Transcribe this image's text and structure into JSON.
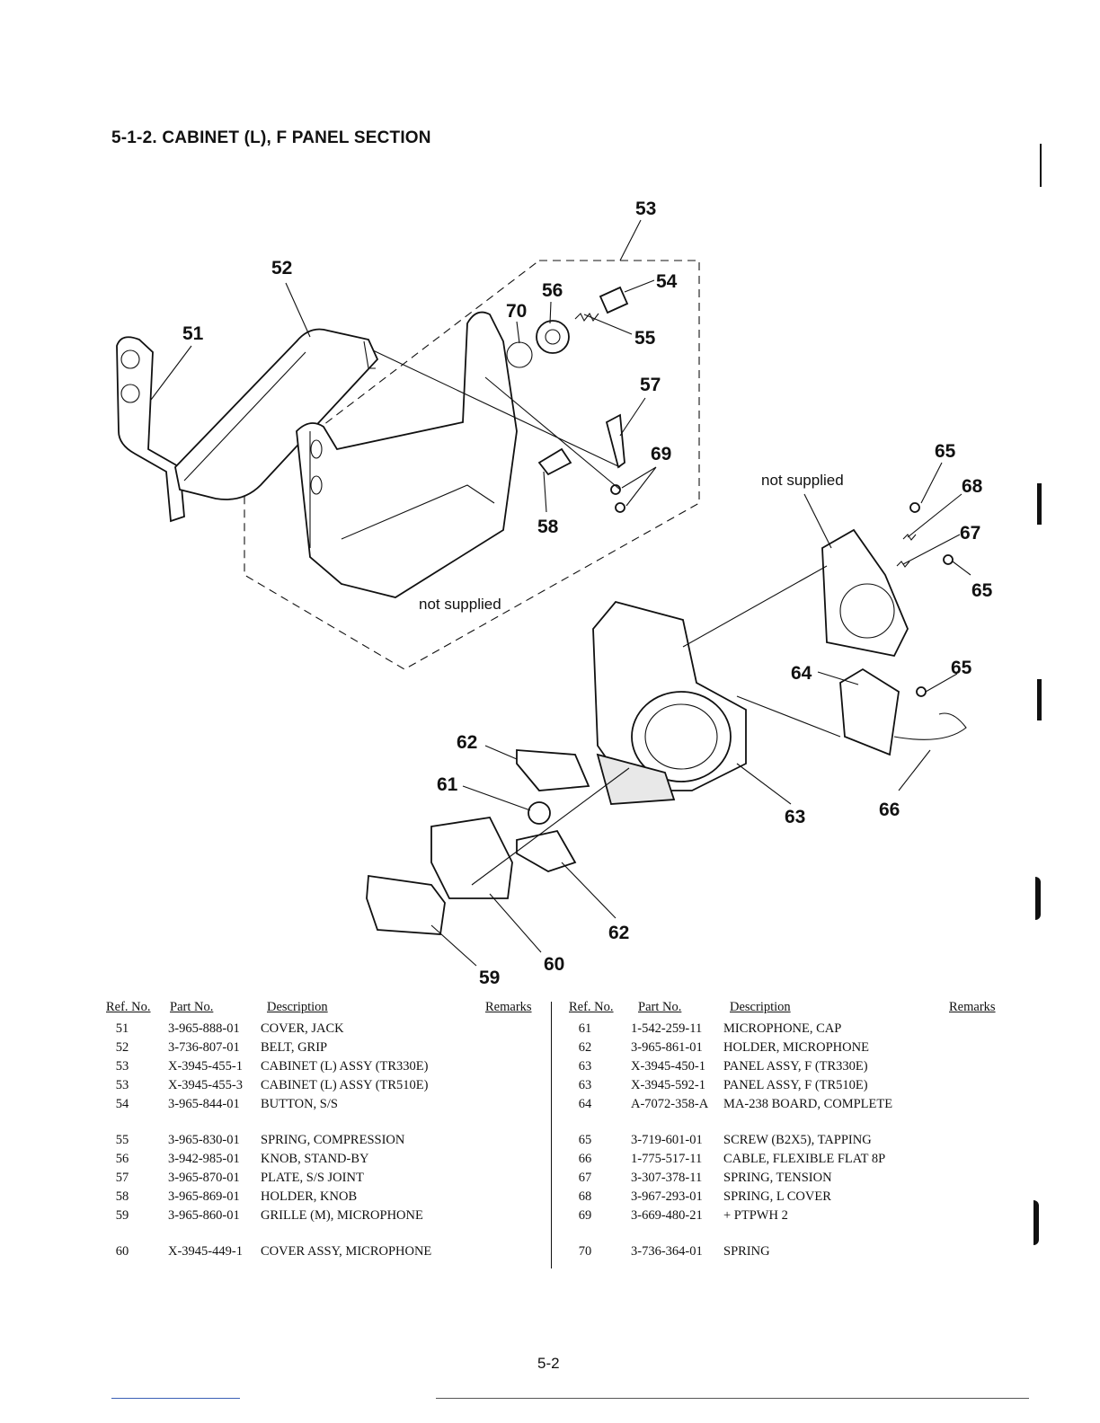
{
  "header": {
    "title": "5-1-2.  CABINET (L), F PANEL SECTION"
  },
  "diagram": {
    "callouts": [
      "51",
      "52",
      "53",
      "54",
      "55",
      "56",
      "57",
      "58",
      "59",
      "60",
      "61",
      "62",
      "62",
      "63",
      "64",
      "65",
      "65",
      "65",
      "66",
      "67",
      "68",
      "69",
      "70"
    ],
    "notes": [
      "not supplied",
      "not supplied"
    ]
  },
  "table": {
    "headers": {
      "ref": "Ref. No.",
      "part": "Part No.",
      "desc": "Description",
      "remarks": "Remarks"
    },
    "left_rows": [
      {
        "ref": "51",
        "part": "3-965-888-01",
        "desc": "COVER, JACK"
      },
      {
        "ref": "52",
        "part": "3-736-807-01",
        "desc": "BELT, GRIP"
      },
      {
        "ref": "53",
        "part": "X-3945-455-1",
        "desc": "CABINET (L) ASSY (TR330E)"
      },
      {
        "ref": "53",
        "part": "X-3945-455-3",
        "desc": "CABINET (L) ASSY (TR510E)"
      },
      {
        "ref": "54",
        "part": "3-965-844-01",
        "desc": "BUTTON, S/S"
      },
      {
        "ref": "55",
        "part": "3-965-830-01",
        "desc": "SPRING, COMPRESSION"
      },
      {
        "ref": "56",
        "part": "3-942-985-01",
        "desc": "KNOB, STAND-BY"
      },
      {
        "ref": "57",
        "part": "3-965-870-01",
        "desc": "PLATE, S/S JOINT"
      },
      {
        "ref": "58",
        "part": "3-965-869-01",
        "desc": "HOLDER, KNOB"
      },
      {
        "ref": "59",
        "part": "3-965-860-01",
        "desc": "GRILLE (M), MICROPHONE"
      },
      {
        "ref": "60",
        "part": "X-3945-449-1",
        "desc": "COVER ASSY, MICROPHONE"
      }
    ],
    "right_rows": [
      {
        "ref": "61",
        "part": "1-542-259-11",
        "desc": "MICROPHONE, CAP"
      },
      {
        "ref": "62",
        "part": "3-965-861-01",
        "desc": "HOLDER, MICROPHONE"
      },
      {
        "ref": "63",
        "part": "X-3945-450-1",
        "desc": "PANEL ASSY, F (TR330E)"
      },
      {
        "ref": "63",
        "part": "X-3945-592-1",
        "desc": "PANEL ASSY, F (TR510E)"
      },
      {
        "ref": "64",
        "part": "A-7072-358-A",
        "desc": "MA-238 BOARD, COMPLETE"
      },
      {
        "ref": "65",
        "part": "3-719-601-01",
        "desc": "SCREW (B2X5), TAPPING"
      },
      {
        "ref": "66",
        "part": "1-775-517-11",
        "desc": "CABLE, FLEXIBLE FLAT 8P"
      },
      {
        "ref": "67",
        "part": "3-307-378-11",
        "desc": "SPRING, TENSION"
      },
      {
        "ref": "68",
        "part": "3-967-293-01",
        "desc": "SPRING, L COVER"
      },
      {
        "ref": "69",
        "part": "3-669-480-21",
        "desc": "+ PTPWH 2"
      },
      {
        "ref": "70",
        "part": "3-736-364-01",
        "desc": "SPRING"
      }
    ]
  },
  "footer": {
    "page_number": "5-2"
  }
}
